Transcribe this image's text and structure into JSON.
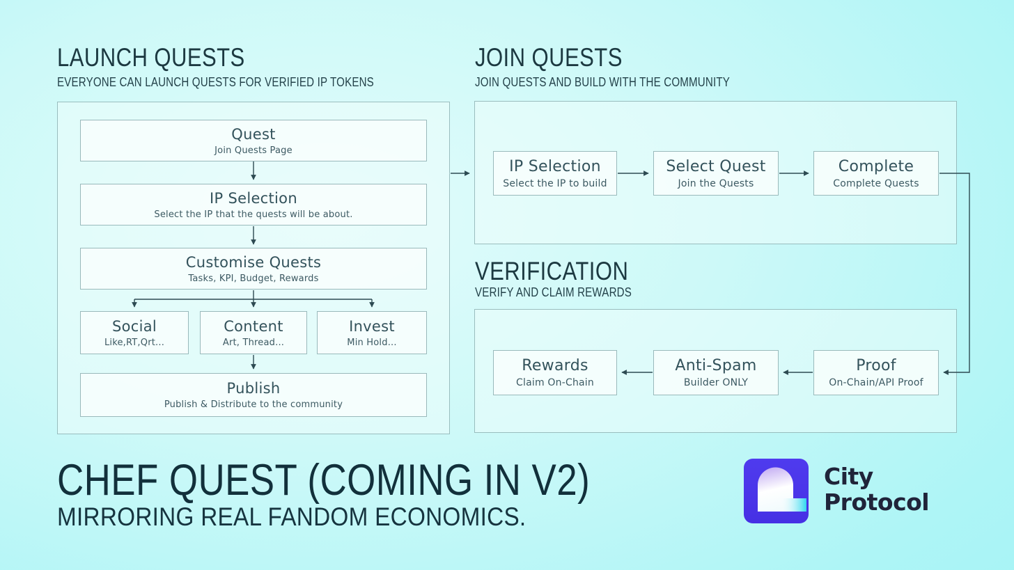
{
  "colors": {
    "background_aqua": "#a5f5f6",
    "background_center": "#e2fcfb",
    "panel_border_teal": "#82a8aa",
    "heading_dark_teal": "#1c3941",
    "node_text": "#33525b",
    "arrow": "#2d4a52",
    "logo_purple": "#4b35e9",
    "logo_cyan": "#2fd8ee",
    "brand_navy": "#20243a"
  },
  "sections": {
    "launch": {
      "title": "LAUNCH QUESTS",
      "subtitle": "EVERYONE CAN LAUNCH QUESTS FOR VERIFIED IP TOKENS",
      "nodes": {
        "quest": {
          "title": "Quest",
          "subtitle": "Join Quests Page"
        },
        "ip_selection": {
          "title": "IP Selection",
          "subtitle": "Select the IP that the quests will be about."
        },
        "customise": {
          "title": "Customise Quests",
          "subtitle": "Tasks, KPI, Budget, Rewards"
        },
        "social": {
          "title": "Social",
          "subtitle": "Like,RT,Qrt..."
        },
        "content": {
          "title": "Content",
          "subtitle": "Art, Thread..."
        },
        "invest": {
          "title": "Invest",
          "subtitle": "Min Hold..."
        },
        "publish": {
          "title": "Publish",
          "subtitle": "Publish & Distribute to the community"
        }
      }
    },
    "join": {
      "title": "JOIN QUESTS",
      "subtitle": "JOIN QUESTS AND BUILD WITH THE COMMUNITY",
      "nodes": {
        "ip_selection": {
          "title": "IP Selection",
          "subtitle": "Select the IP to build"
        },
        "select_quest": {
          "title": "Select Quest",
          "subtitle": "Join the Quests"
        },
        "complete": {
          "title": "Complete",
          "subtitle": "Complete Quests"
        }
      }
    },
    "verification": {
      "title": "VERIFICATION",
      "subtitle": "VERIFY AND CLAIM REWARDS",
      "nodes": {
        "rewards": {
          "title": "Rewards",
          "subtitle": "Claim On-Chain"
        },
        "anti_spam": {
          "title": "Anti-Spam",
          "subtitle": "Builder ONLY"
        },
        "proof": {
          "title": "Proof",
          "subtitle": "On-Chain/API Proof"
        }
      }
    }
  },
  "footer": {
    "title": "CHEF QUEST (COMING IN V2)",
    "subtitle": "MIRRORING REAL FANDOM ECONOMICS.",
    "brand": {
      "line1": "City",
      "line2": "Protocol"
    }
  }
}
